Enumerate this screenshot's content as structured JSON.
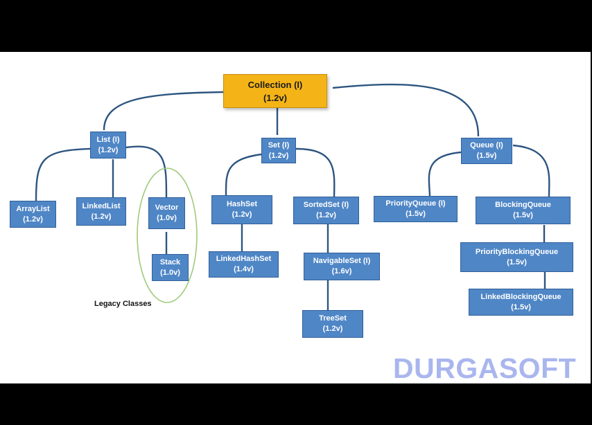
{
  "nodes": {
    "collection": {
      "name": "Collection (I)",
      "version": "(1.2v)"
    },
    "list": {
      "name": "List (I)",
      "version": "(1.2v)"
    },
    "set": {
      "name": "Set (I)",
      "version": "(1.2v)"
    },
    "queue": {
      "name": "Queue (I)",
      "version": "(1.5v)"
    },
    "arraylist": {
      "name": "ArrayList",
      "version": "(1.2v)"
    },
    "linkedlist": {
      "name": "LinkedList",
      "version": "(1.2v)"
    },
    "vector": {
      "name": "Vector",
      "version": "(1.0v)"
    },
    "stack": {
      "name": "Stack",
      "version": "(1.0v)"
    },
    "hashset": {
      "name": "HashSet",
      "version": "(1.2v)"
    },
    "linkedhashset": {
      "name": "LinkedHashSet",
      "version": "(1.4v)"
    },
    "sortedset": {
      "name": "SortedSet (I)",
      "version": "(1.2v)"
    },
    "navigableset": {
      "name": "NavigableSet (I)",
      "version": "(1.6v)"
    },
    "treeset": {
      "name": "TreeSet",
      "version": "(1.2v)"
    },
    "priorityqueue": {
      "name": "PriorityQueue (I)",
      "version": "(1.5v)"
    },
    "blockingqueue": {
      "name": "BlockingQueue",
      "version": "(1.5v)"
    },
    "priorityblockingqueue": {
      "name": "PriorityBlockingQueue",
      "version": "(1.5v)"
    },
    "linkedblockingqueue": {
      "name": "LinkedBlockingQueue",
      "version": "(1.5v)"
    }
  },
  "legacy_label": "Legacy Classes",
  "watermark": "DURGASOFT",
  "colors": {
    "node_fill": "#4f86c6",
    "root_fill": "#f4b418",
    "connector": "#2d5580",
    "legacy_ellipse": "#9fca7a",
    "watermark": "#a9b6ee"
  }
}
